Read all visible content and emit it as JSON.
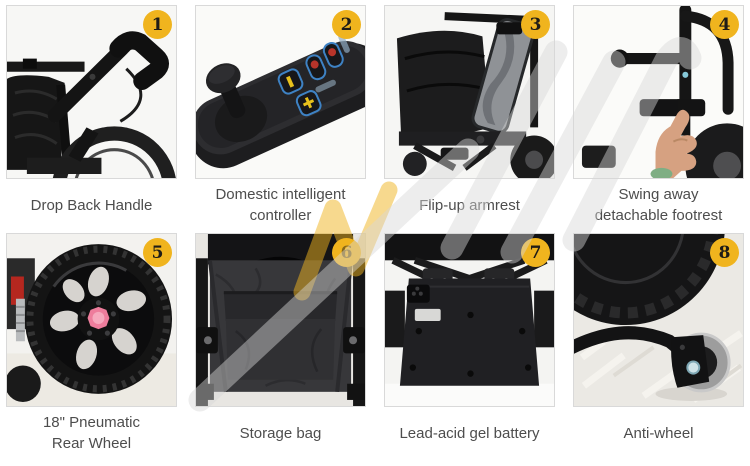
{
  "page": {
    "background_color": "#ffffff",
    "caption_color": "#4d4d4d",
    "photo_border_color": "#d9d9d9"
  },
  "badge": {
    "background_color": "#f0b41e",
    "text_color": "#1f1c17"
  },
  "watermark": {
    "accent_color": "#f0b41e",
    "gray_color": "#d7d7d7"
  },
  "tiles": [
    {
      "number": "1",
      "caption_line1": "Drop Back Handle",
      "caption_line2": ""
    },
    {
      "number": "2",
      "caption_line1": "Domestic intelligent",
      "caption_line2": "controller"
    },
    {
      "number": "3",
      "caption_line1": "Flip-up armrest",
      "caption_line2": ""
    },
    {
      "number": "4",
      "caption_line1": "Swing away",
      "caption_line2": "detachable footrest"
    },
    {
      "number": "5",
      "caption_line1": "18\" Pneumatic",
      "caption_line2": "Rear Wheel"
    },
    {
      "number": "6",
      "caption_line1": "Storage bag",
      "caption_line2": ""
    },
    {
      "number": "7",
      "caption_line1": "Lead-acid gel battery",
      "caption_line2": ""
    },
    {
      "number": "8",
      "caption_line1": "Anti-wheel",
      "caption_line2": ""
    }
  ]
}
